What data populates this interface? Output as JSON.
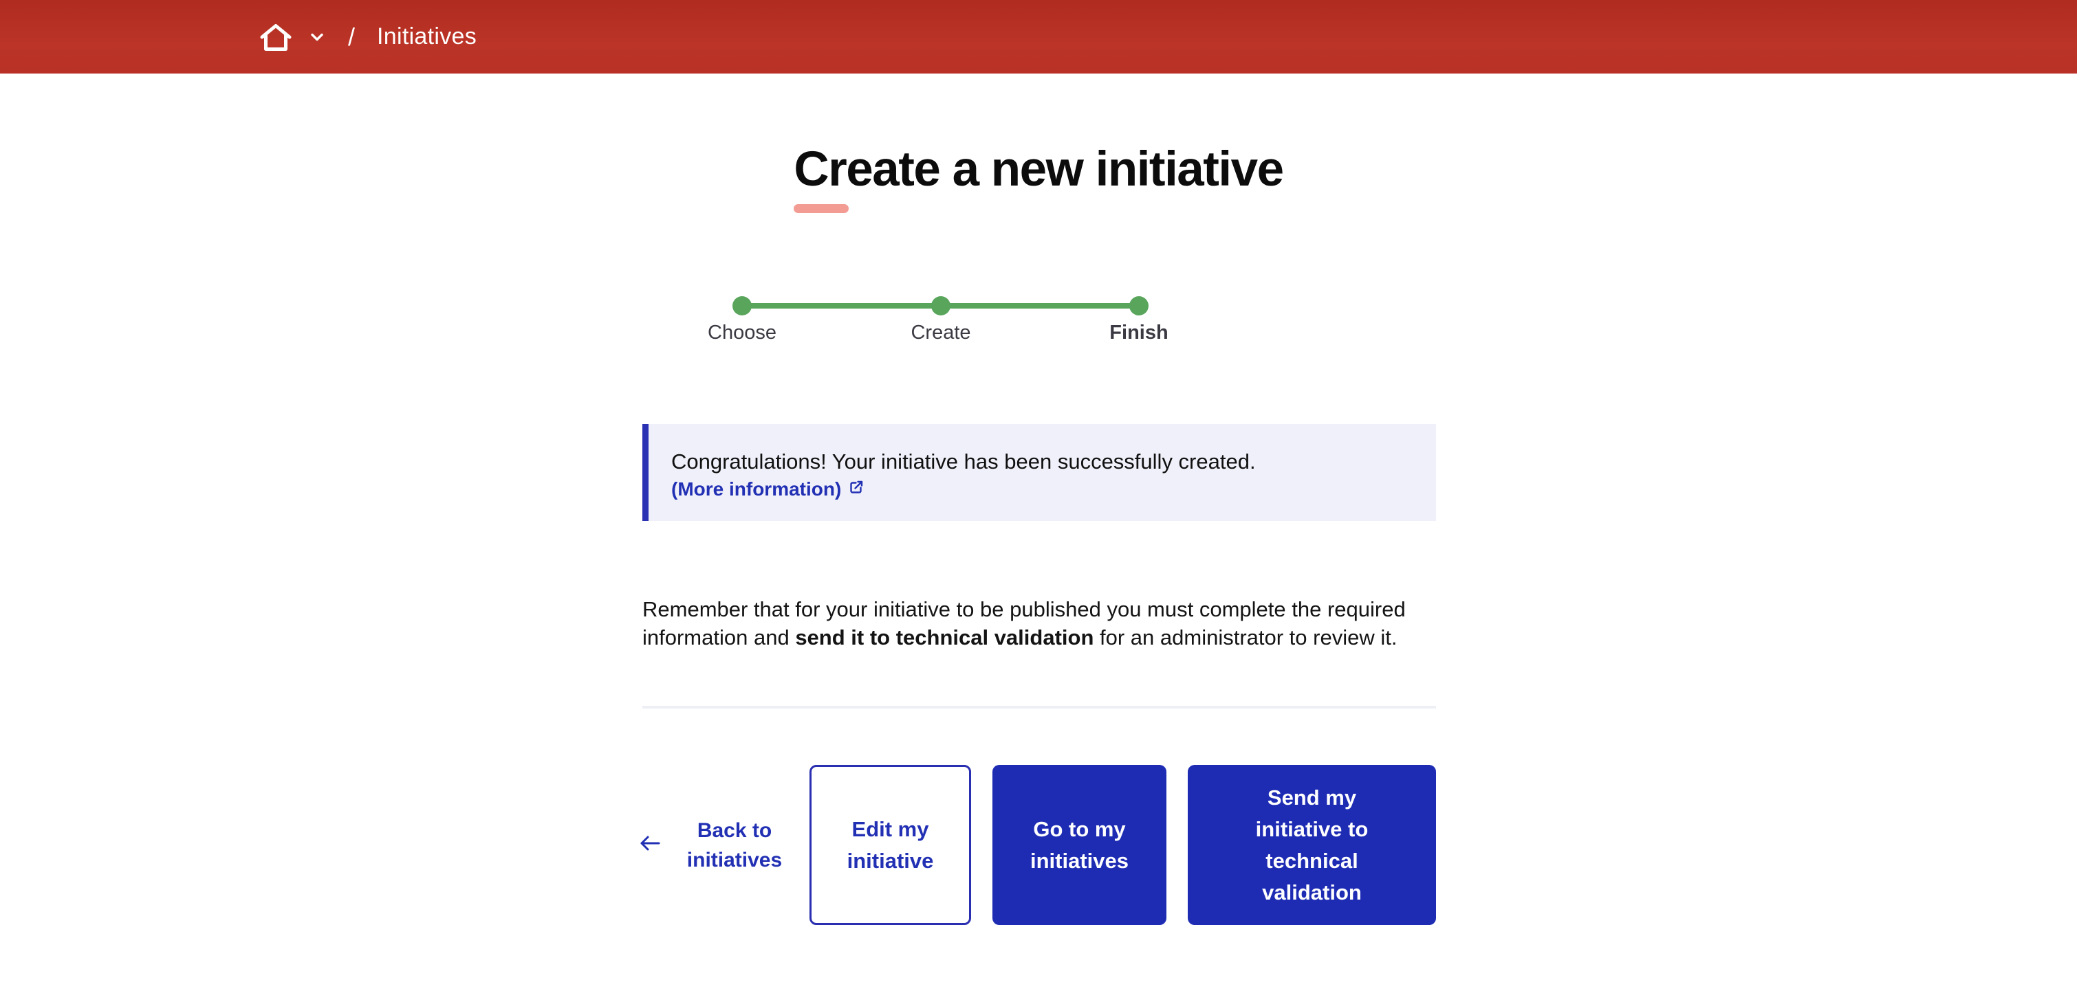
{
  "header": {
    "home_icon": "home-icon",
    "expand_icon": "chevron-down-icon",
    "separator": "/",
    "current": "Initiatives"
  },
  "page": {
    "title": "Create a new initiative"
  },
  "stepper": {
    "steps": [
      {
        "label": "Choose",
        "state": "done"
      },
      {
        "label": "Create",
        "state": "done"
      },
      {
        "label": "Finish",
        "state": "current"
      }
    ]
  },
  "callout": {
    "message": "Congratulations! Your initiative has been successfully created.",
    "link_label": "(More information)",
    "link_icon": "external-link-icon"
  },
  "note": {
    "text_before": "Remember that for your initiative to be published you must complete the required information and ",
    "text_bold": "send it to technical validation",
    "text_after": " for an administrator to review it."
  },
  "actions": {
    "back_label": "Back to initiatives",
    "edit_label": "Edit my initiative",
    "go_label": "Go to my initiatives",
    "send_label": "Send my initiative to technical validation"
  },
  "colors": {
    "header_red": "#b93126",
    "primary_blue": "#1e2cb4",
    "link_blue": "#2230b4",
    "success_green": "#58a55b",
    "callout_bg": "#f0f0fa",
    "title_underline": "#f29c94"
  }
}
